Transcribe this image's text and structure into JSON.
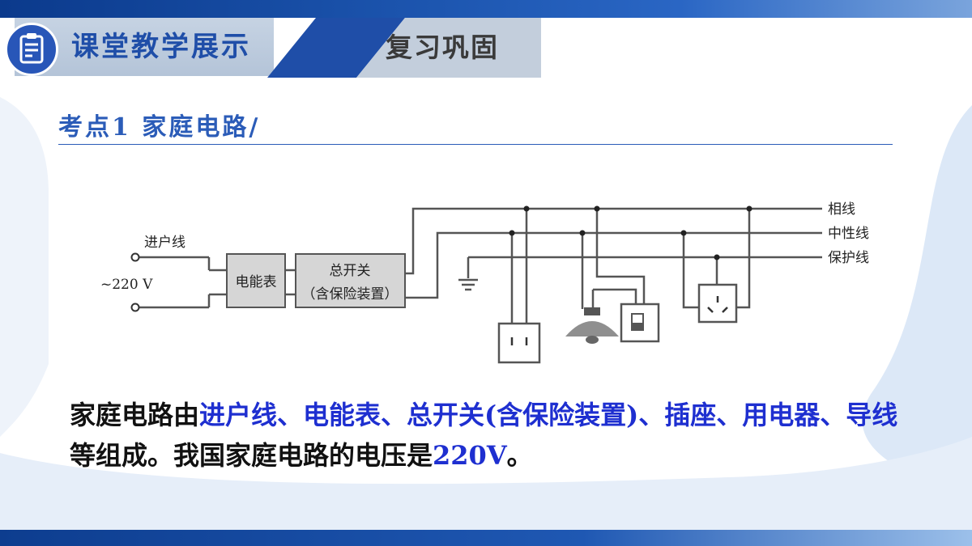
{
  "header": {
    "title": "课堂教学展示",
    "subtitle": "复习巩固"
  },
  "section": {
    "title": "考点1  家庭电路/"
  },
  "diagram": {
    "labels": {
      "incoming": "进户线",
      "voltage": "~220 V",
      "meter": "电能表",
      "switch_line1": "总开关",
      "switch_line2": "（含保险装置）",
      "phase": "相线",
      "neutral": "中性线",
      "ground": "保护线"
    }
  },
  "text": {
    "segments": [
      {
        "t": "家庭电路由",
        "hl": false
      },
      {
        "t": "进户线、电能表、总开关(含保险装置)、插座、用电器、导线",
        "hl": true
      },
      {
        "t": "等组成。我国家庭电路的电压是",
        "hl": false
      },
      {
        "t": "220V",
        "hl": true
      },
      {
        "t": "。",
        "hl": false
      }
    ]
  },
  "colors": {
    "accent": "#1f4ea8",
    "highlight": "#1e2fd0",
    "section": "#2b5cb8"
  }
}
